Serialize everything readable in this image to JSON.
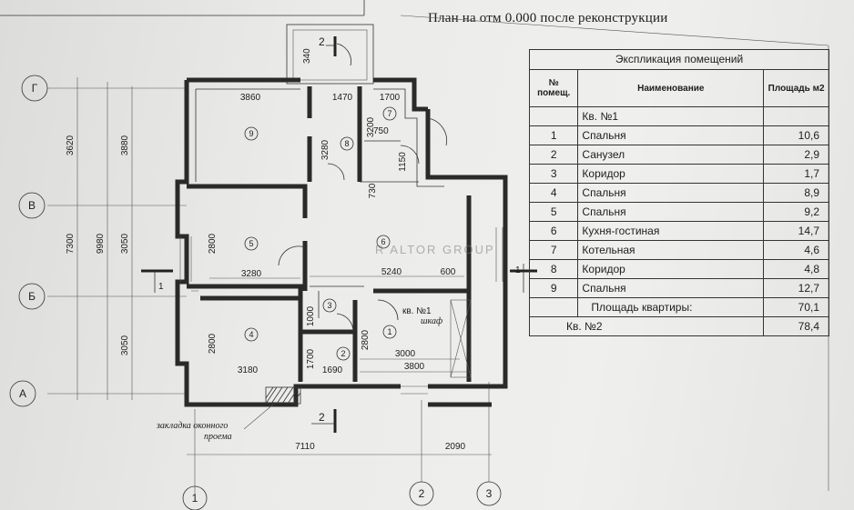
{
  "plan": {
    "title": "План на отм 0.000 после реконструкции",
    "watermark": "R  ALTOR GROUP",
    "note": [
      "закладка оконного",
      "проема"
    ],
    "axes": {
      "rows": [
        "Г",
        "В",
        "Б",
        "А"
      ],
      "cols": [
        "1",
        "2",
        "3"
      ]
    },
    "section_mark": "2",
    "section_mark_side": "1",
    "apartment_label": "кв. №1",
    "closet_label": "шкаф",
    "dims_vertical_left": [
      "7300",
      "3620",
      "9980",
      "3880",
      "3050",
      "3050"
    ],
    "dims_bottom": [
      "7110",
      "2090"
    ],
    "room_dims": {
      "r9_w": "3860",
      "r8_w": "1470",
      "r7_w": "1700",
      "top_340": "340",
      "r7_h": "3200",
      "r8_h": "3280",
      "w750": "750",
      "w1150": "1150",
      "w730": "730",
      "r5_h": "2800",
      "r5_w": "3280",
      "r6_w": "5240",
      "w600": "600",
      "r3_h": "1000",
      "r4_h": "2800",
      "r4_w": "3180",
      "r2_h": "1700",
      "r2_w": "1690",
      "r1_h": "2800",
      "r1_w": "3000",
      "r1_w2": "3800"
    },
    "room_numbers": [
      "1",
      "2",
      "3",
      "4",
      "5",
      "6",
      "7",
      "8",
      "9"
    ]
  },
  "explication": {
    "caption": "Экспликация помещений",
    "headers": {
      "no": "№ помещ.",
      "name": "Наименование",
      "area": "Площадь м2"
    },
    "section1": "Кв. №1",
    "rows": [
      {
        "no": "1",
        "name": "Спальня",
        "area": "10,6"
      },
      {
        "no": "2",
        "name": "Санузел",
        "area": "2,9"
      },
      {
        "no": "3",
        "name": "Коридор",
        "area": "1,7"
      },
      {
        "no": "4",
        "name": "Спальня",
        "area": "8,9"
      },
      {
        "no": "5",
        "name": "Спальня",
        "area": "9,2"
      },
      {
        "no": "6",
        "name": "Кухня-гостиная",
        "area": "14,7"
      },
      {
        "no": "7",
        "name": "Котельная",
        "area": "4,6"
      },
      {
        "no": "8",
        "name": "Коридор",
        "area": "4,8"
      },
      {
        "no": "9",
        "name": "Спальня",
        "area": "12,7"
      }
    ],
    "total_label": "Площадь квартиры:",
    "total_value": "70,1",
    "apt2_label": "Кв. №2",
    "apt2_value": "78,4"
  }
}
